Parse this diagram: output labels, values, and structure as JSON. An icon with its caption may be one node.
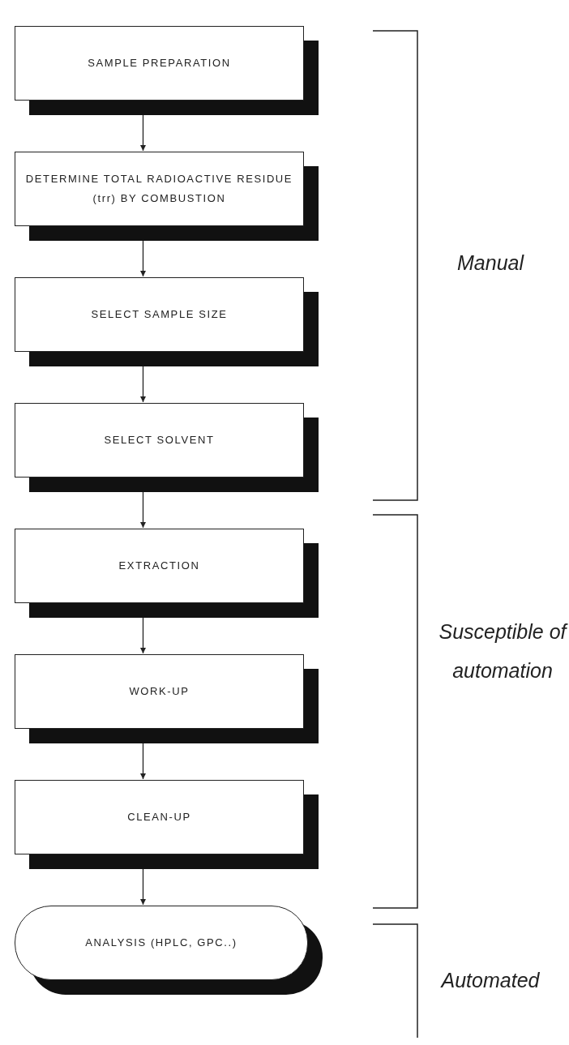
{
  "diagram": {
    "nodes": [
      {
        "text": [
          "SAMPLE PREPARATION"
        ]
      },
      {
        "text": [
          "DETERMINE TOTAL RADIOACTIVE RESIDUE (trr) BY COMBUSTION"
        ]
      },
      {
        "text": [
          "SELECT SAMPLE SIZE"
        ]
      },
      {
        "text": [
          "SELECT SOLVENT"
        ]
      },
      {
        "text": [
          "EXTRACTION"
        ]
      },
      {
        "text": [
          "WORK-UP"
        ]
      },
      {
        "text": [
          "CLEAN-UP"
        ]
      },
      {
        "text": [
          "ANALYSIS (HPLC, GPC..)"
        ]
      }
    ],
    "edges": [
      {
        "from": 0,
        "to": 1,
        "arrow": "to"
      },
      {
        "from": 1,
        "to": 2,
        "arrow": "to"
      },
      {
        "from": 2,
        "to": 3,
        "arrow": "to"
      },
      {
        "from": 3,
        "to": 4,
        "arrow": "to"
      },
      {
        "from": 4,
        "to": 5,
        "arrow": "to"
      },
      {
        "from": 5,
        "to": 6,
        "arrow": "to"
      },
      {
        "from": 6,
        "to": 7,
        "arrow": "to"
      }
    ],
    "labels": [
      "Manual",
      "Susceptible of automation",
      "Automated"
    ]
  }
}
